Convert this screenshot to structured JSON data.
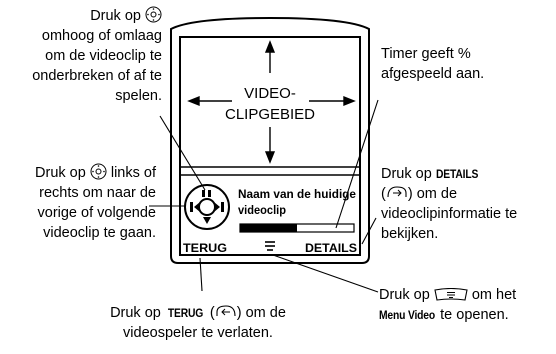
{
  "screen": {
    "area_label_line1": "VIDEO-",
    "area_label_line2": "CLIPGEBIED",
    "clip_name_line1": "Naam van de huidige",
    "clip_name_line2": "videoclip",
    "progress_fraction": 0.5,
    "softkey_left": "TERUG",
    "softkey_right": "DETAILS",
    "menu_glyph": "≡"
  },
  "callouts": {
    "nav_updown": {
      "line1_pre": "Druk op",
      "line2": "omhoog of omlaag",
      "line3": "om de videoclip te",
      "line4": "onderbreken of af te",
      "line5": "spelen."
    },
    "nav_leftright": {
      "line1_pre": "Druk op",
      "line1_post": "links of",
      "line2": "rechts om naar de",
      "line3": "vorige of volgende",
      "line4": "videoclip te gaan."
    },
    "timer": {
      "line1": "Timer geeft %",
      "line2": "afgespeeld aan."
    },
    "details": {
      "line1_pre": "Druk op",
      "line1_key": "DETAILS",
      "line2_post": "om de",
      "line3": "videoclipinformatie te",
      "line4": "bekijken."
    },
    "menu": {
      "line1_pre": "Druk op",
      "line1_post": "om het",
      "line2_key": "Menu Video",
      "line2_post": "te openen."
    },
    "back": {
      "line1_pre": "Druk op",
      "line1_key": "TERUG",
      "line1_post": "om de",
      "line2": "videospeler te verlaten."
    }
  },
  "icons": [
    "nav-key-icon",
    "right-softkey-icon",
    "left-softkey-icon",
    "menu-key-icon"
  ]
}
